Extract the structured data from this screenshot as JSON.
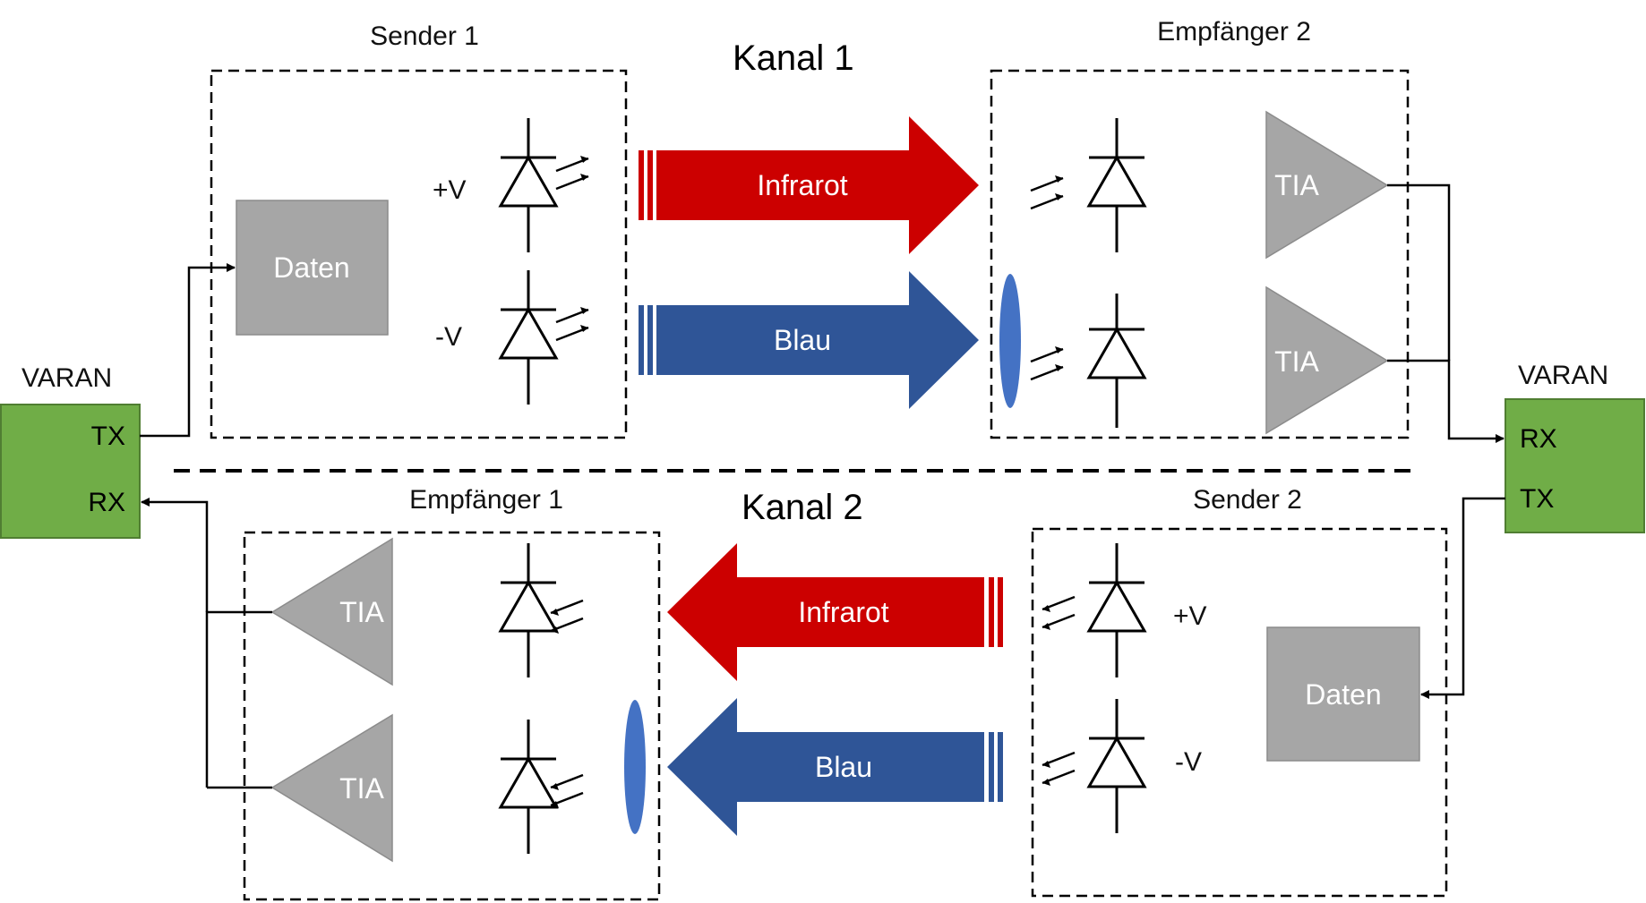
{
  "colors": {
    "red": "#cc0000",
    "blue": "#2f5597",
    "green": "#70ad47",
    "gray": "#a6a6a6",
    "lens": "#4472c4"
  },
  "channel1": {
    "title": "Kanal 1",
    "sender": {
      "title": "Sender 1",
      "data_label": "Daten",
      "plus_label": "+V",
      "minus_label": "-V"
    },
    "receiver": {
      "title": "Empfänger 2",
      "tia_top": "TIA",
      "tia_bottom": "TIA"
    },
    "arrows": {
      "infrared": "Infrarot",
      "blue": "Blau"
    }
  },
  "channel2": {
    "title": "Kanal 2",
    "sender": {
      "title": "Sender 2",
      "data_label": "Daten",
      "plus_label": "+V",
      "minus_label": "-V"
    },
    "receiver": {
      "title": "Empfänger 1",
      "tia_top": "TIA",
      "tia_bottom": "TIA"
    },
    "arrows": {
      "infrared": "Infrarot",
      "blue": "Blau"
    }
  },
  "varan_left": {
    "title": "VARAN",
    "tx": "TX",
    "rx": "RX"
  },
  "varan_right": {
    "title": "VARAN",
    "rx": "RX",
    "tx": "TX"
  }
}
